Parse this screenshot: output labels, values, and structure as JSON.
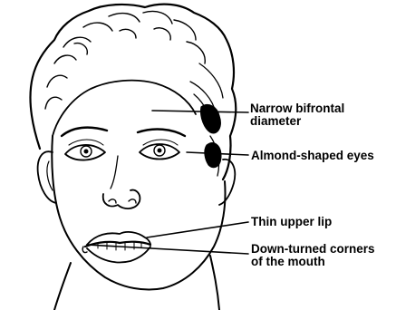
{
  "diagram": {
    "labels": {
      "narrow_bifrontal": {
        "line1": "Narrow bifrontal",
        "line2": "diameter"
      },
      "almond_eyes": "Almond-shaped eyes",
      "thin_upper_lip": "Thin upper lip",
      "down_turned": {
        "line1": "Down-turned corners",
        "line2": "of the mouth"
      }
    },
    "colors": {
      "ink": "#000000",
      "background": "#ffffff"
    }
  }
}
